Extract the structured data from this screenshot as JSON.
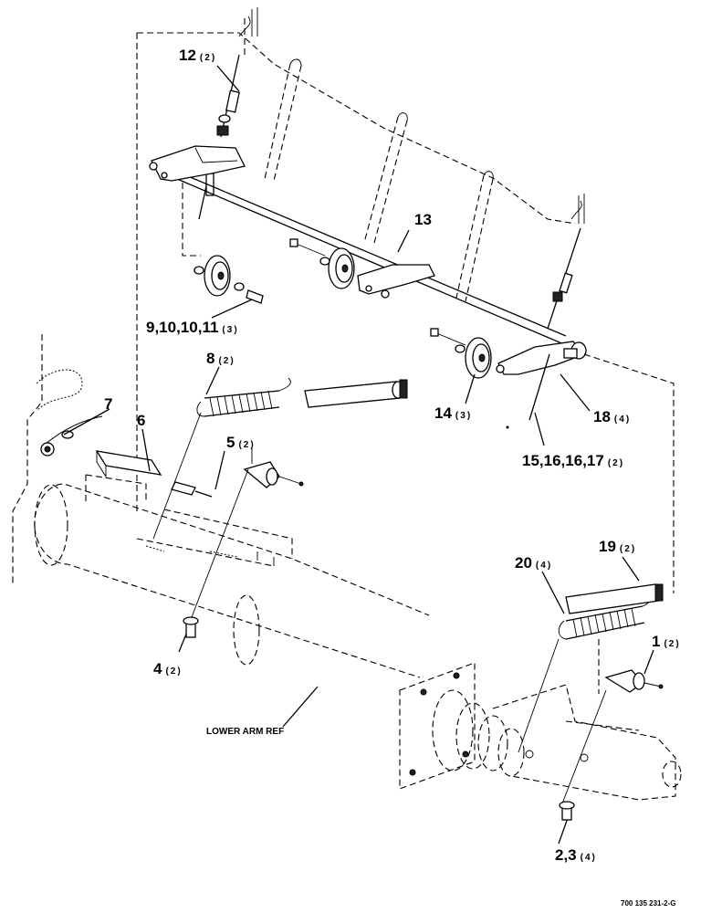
{
  "callouts": [
    {
      "id": "c12",
      "num": "12",
      "qty": "(2)"
    },
    {
      "id": "c13",
      "num": "13",
      "qty": ""
    },
    {
      "id": "c9",
      "num": "9,10,10,11",
      "qty": "(3)"
    },
    {
      "id": "c8",
      "num": "8",
      "qty": "(2)"
    },
    {
      "id": "c7",
      "num": "7",
      "qty": ""
    },
    {
      "id": "c6",
      "num": "6",
      "qty": ""
    },
    {
      "id": "c5",
      "num": "5",
      "qty": "(2)"
    },
    {
      "id": "c14",
      "num": "14",
      "qty": "(3)"
    },
    {
      "id": "c18",
      "num": "18",
      "qty": "(4)"
    },
    {
      "id": "c15",
      "num": "15,16,16,17",
      "qty": "(2)"
    },
    {
      "id": "c19",
      "num": "19",
      "qty": "(2)"
    },
    {
      "id": "c20",
      "num": "20",
      "qty": "(4)"
    },
    {
      "id": "c1",
      "num": "1",
      "qty": "(2)"
    },
    {
      "id": "c4",
      "num": "4",
      "qty": "(2)"
    },
    {
      "id": "c23",
      "num": "2,3",
      "qty": "(4)"
    }
  ],
  "reference_label": "LOWER ARM REF",
  "drawing_number": "700 135 231-2-G"
}
